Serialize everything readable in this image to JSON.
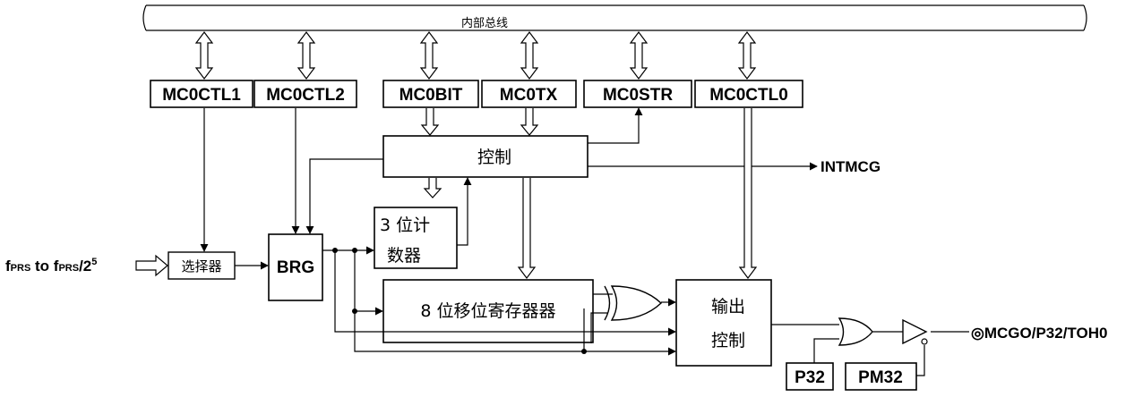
{
  "bus": {
    "label": "内部总线"
  },
  "registers": {
    "mc0ctl1": "MC0CTL1",
    "mc0ctl2": "MC0CTL2",
    "mc0bit": "MC0BIT",
    "mc0tx": "MC0TX",
    "mc0str": "MC0STR",
    "mc0ctl0": "MC0CTL0"
  },
  "blocks": {
    "control": "控制",
    "counter_line1": "3 位计",
    "counter_line2": "数器",
    "shift": "8 位移位寄存器器",
    "output_line1": "输出",
    "output_line2": "控制",
    "selector": "选择器",
    "brg": "BRG",
    "p32": "P32",
    "pm32": "PM32"
  },
  "signals": {
    "intmcg": "INTMCG",
    "output_pin": "◎MCGO/P32/TOH0",
    "clock_f1": "f",
    "clock_prs1": "PRS",
    "clock_to": " to f",
    "clock_prs2": "PRS",
    "clock_div": "/2",
    "clock_exp": "5"
  }
}
